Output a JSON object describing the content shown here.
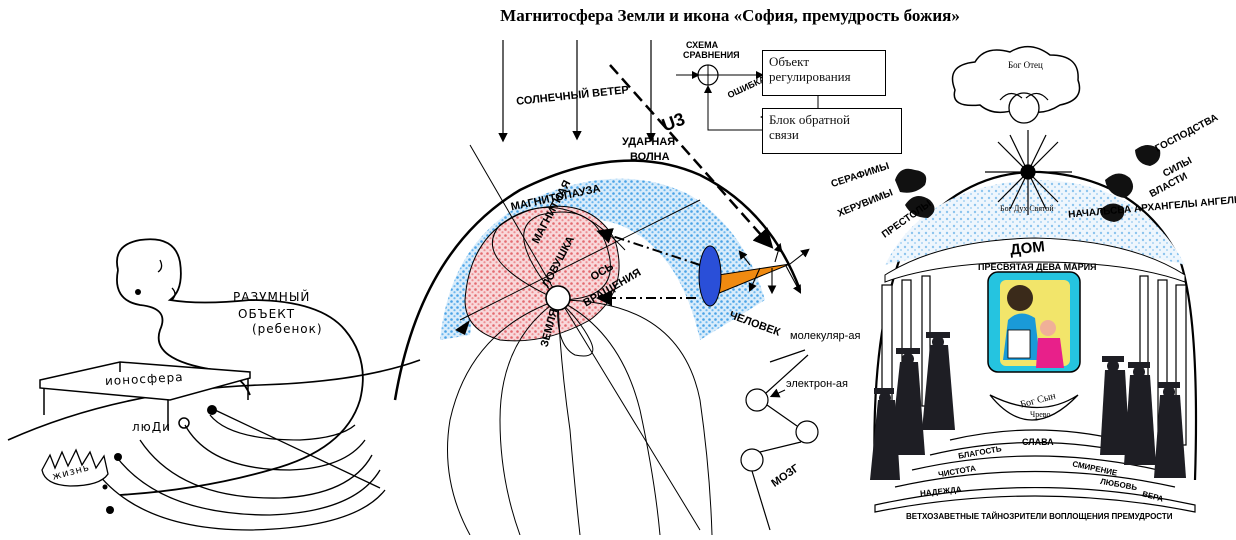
{
  "title": "Магнитосфера Земли  и   икона  «София, премудрость божия»",
  "left": {
    "rational_object": [
      "РАЗУМНЫЙ",
      "ОБЪЕКТ",
      "(ребенок)"
    ],
    "ionosphere": "ионосфера",
    "people": "люДи",
    "life": "жизнь"
  },
  "center": {
    "solar_wind": "СОЛНЕЧНЫЙ ВЕТЕР",
    "shock_wave": [
      "УДАРНАЯ",
      "ВОЛНА"
    ],
    "magnetopause": "МАГНИТОПАУЗА",
    "magnetic_trap": [
      "МАГНИТНАЯ",
      "ЛОВУШКА"
    ],
    "rotation_axis": [
      "ОСЬ",
      "ВРАЩЕНИЯ"
    ],
    "earth": "ЗЕМЛЯ",
    "human": "ЧЕЛОВЕК",
    "uz": "U3",
    "comparison_scheme": [
      "СХЕМА",
      "СРАВНЕНИЯ"
    ],
    "error": "ОШИБКА",
    "box_object": [
      "Объект",
      "регулирования"
    ],
    "box_feedback": [
      "Блок обратной",
      "связи"
    ],
    "molecular": "молекуляр-ая",
    "electronic": "электрон-ая",
    "brain": "МОЗГ"
  },
  "right": {
    "god_father": "Бог Отец",
    "holy_spirit": "Бог Дух Святой",
    "dominions": "ГОСПОДСТВА",
    "powers": "СИЛЫ",
    "authorities": "ВЛАСТИ",
    "seraphim": "СЕРАФИМЫ",
    "cherubim": "ХЕРУВИМЫ",
    "thrones": "ПРЕСТОЛЫ",
    "principalities": "НАЧАЛЬСВА АРХАНГЕЛЫ АНГЕЛЫ",
    "house": "ДОМ",
    "virgin": "ПРЕСВЯТАЯ ДЕВА МАРИЯ",
    "god_son": "Бог Сын",
    "womb": "Чрево",
    "glory": "СЛАВА",
    "goodness": "БЛАГОСТЬ",
    "purity": "ЧИСТОТА",
    "humility": "СМИРЕНИЕ",
    "hope": "НАДЕЖДА",
    "love": "ЛЮБОВЬ",
    "faith": "ВЕРА",
    "caption": "ВЕТХОЗАВЕТНЫЕ ТАЙНОЗРИТЕЛИ ВОПЛОЩЕНИЯ ПРЕМУДРОСТИ"
  },
  "colors": {
    "blue_field": "#5aaee8",
    "red_field": "#e8787c",
    "probe_blue": "#2a4fd8",
    "probe_cone": "#f08a10",
    "robe": "#1e1e24"
  }
}
